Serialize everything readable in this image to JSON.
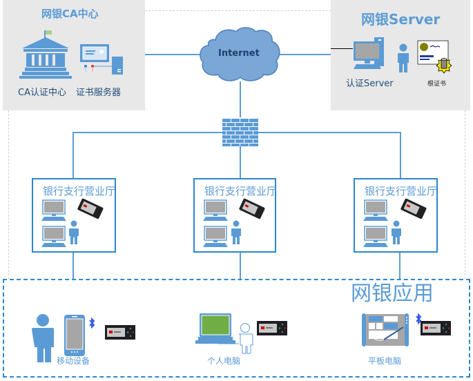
{
  "ca_center": {
    "title": "网银CA中心",
    "ca_label": "CA认证中心",
    "cert_server_label": "证书服务器"
  },
  "bank_server": {
    "title": "网银Server",
    "auth_server_label": "认证Server",
    "root_cert_label": "根证书"
  },
  "internet": {
    "label": "Internet"
  },
  "firewall": {
    "icon": "firewall-icon"
  },
  "branches": [
    {
      "label": "银行支行营业厅"
    },
    {
      "label": "银行支行营业厅"
    },
    {
      "label": "银行支行营业厅"
    }
  ],
  "applications": {
    "title": "网银应用",
    "items": [
      {
        "label": "移动设备"
      },
      {
        "label": "个人电脑"
      },
      {
        "label": "平板电脑"
      }
    ]
  },
  "colors": {
    "accent": "#5b9bd5",
    "border": "#2e86c8",
    "panel": "#e8e8e8",
    "cloud": "#7aa7d6",
    "laptop_screen": "#70ad47"
  }
}
